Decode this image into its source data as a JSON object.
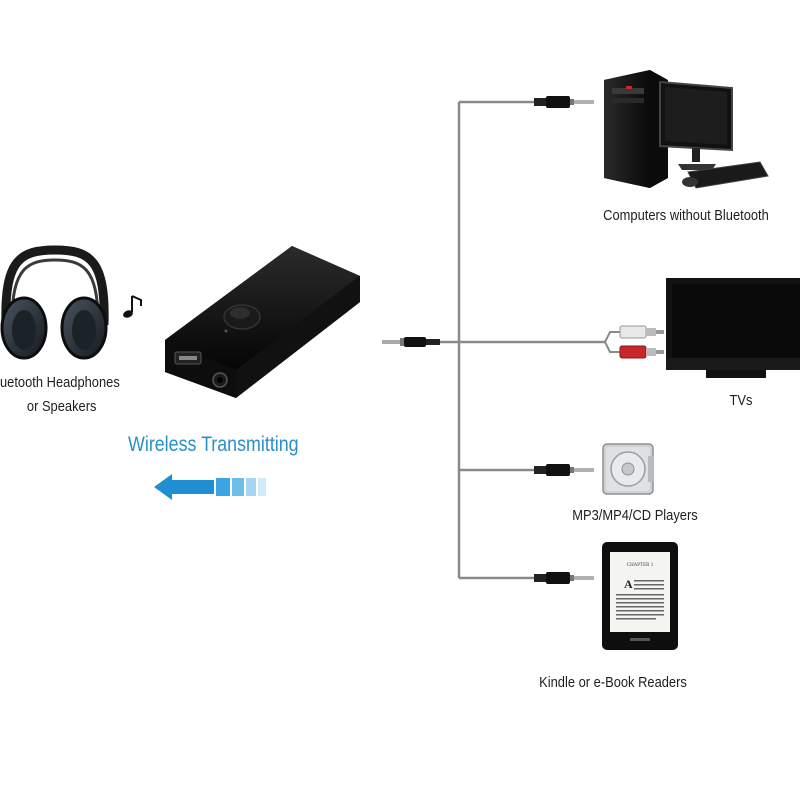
{
  "colors": {
    "accent": "#2a8fc6",
    "cable": "#8a8a8a",
    "device_body": "#0b0b0b",
    "rca_red": "#c8262a"
  },
  "labels": {
    "headphones_line1": "uetooth Headphones",
    "headphones_line2": "or Speakers",
    "wireless": "Wireless Transmitting",
    "computers": "Computers without Bluetooth",
    "tvs": "TVs",
    "mp3": "MP3/MP4/CD Players",
    "kindle": "Kindle or e-Book Readers"
  },
  "kindle_screen": {
    "chapter": "CHAPTER 1"
  },
  "icons": [
    "headphones-icon",
    "music-note-icon",
    "bluetooth-transmitter-icon",
    "arrow-left-icon",
    "computer-icon",
    "tv-icon",
    "mp3-player-icon",
    "ereader-icon",
    "audio-jack-icon",
    "rca-plug-icon"
  ]
}
